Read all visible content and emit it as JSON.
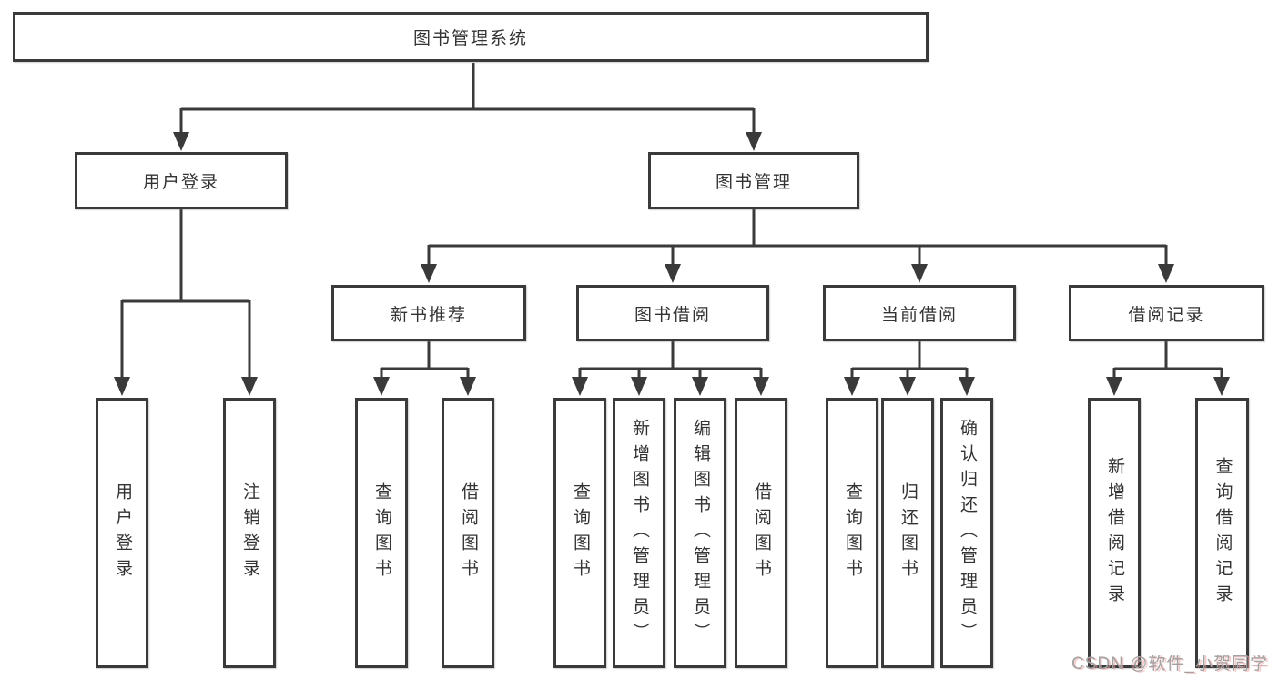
{
  "diagram": {
    "root": {
      "label": "图书管理系统"
    },
    "level2": [
      {
        "label": "用户登录"
      },
      {
        "label": "图书管理"
      }
    ],
    "level3": [
      {
        "label": "新书推荐"
      },
      {
        "label": "图书借阅"
      },
      {
        "label": "当前借阅"
      },
      {
        "label": "借阅记录"
      }
    ],
    "leaves": {
      "user_login": [
        "用户登录",
        "注销登录"
      ],
      "new_books": [
        "查询图书",
        "借阅图书"
      ],
      "book_borrow": [
        "查询图书",
        "新增图书（管理员）",
        "编辑图书（管理员）",
        "借阅图书"
      ],
      "current_borrow": [
        "查询图书",
        "归还图书",
        "确认归还（管理员）"
      ],
      "borrow_records": [
        "新增借阅记录",
        "查询借阅记录"
      ]
    },
    "colors": {
      "line": "#3a3a3a",
      "text": "#333333",
      "background": "#ffffff",
      "watermark": "#a2a2a2"
    },
    "watermark": "CSDN @软件_小贺同学"
  }
}
